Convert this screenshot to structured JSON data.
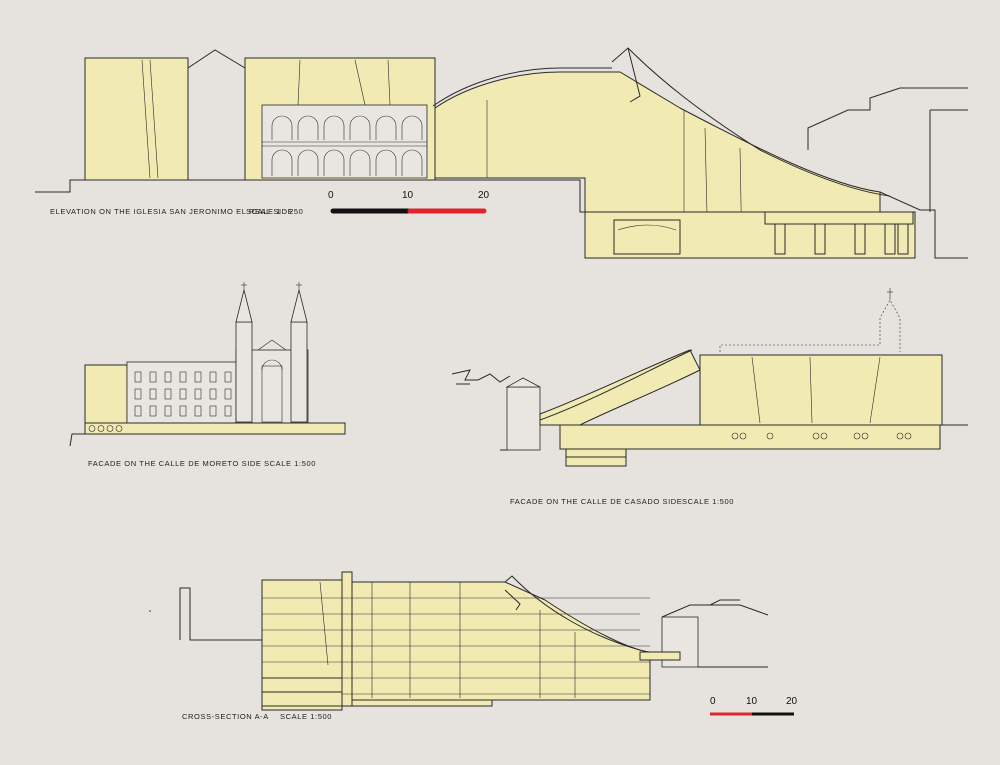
{
  "labels": {
    "elevation": "ELEVATION ON THE IGLESIA SAN JERONIMO EL REAL SIDE",
    "elevation_scale": "SCALE   1 : 250",
    "facade_moreto": "FACADE ON THE CALLE DE MORETO SIDE",
    "facade_moreto_scale": "SCALE  1:500",
    "facade_casado": "FACADE ON THE CALLE DE CASADO SIDE",
    "facade_casado_scale": "SCALE  1:500",
    "section": "CROSS-SECTION   A-A",
    "section_scale": "SCALE  1:500"
  },
  "scale_bar_top": {
    "t0": "0",
    "t1": "10",
    "t2": "20"
  },
  "scale_bar_bottom": {
    "t0": "0",
    "t1": "10",
    "t2": "20"
  },
  "colors": {
    "background": "#e6e3de",
    "fill": "#f1eab3",
    "line": "#2a2a2a",
    "scale_red": "#e0242c",
    "scale_black": "#111111"
  }
}
